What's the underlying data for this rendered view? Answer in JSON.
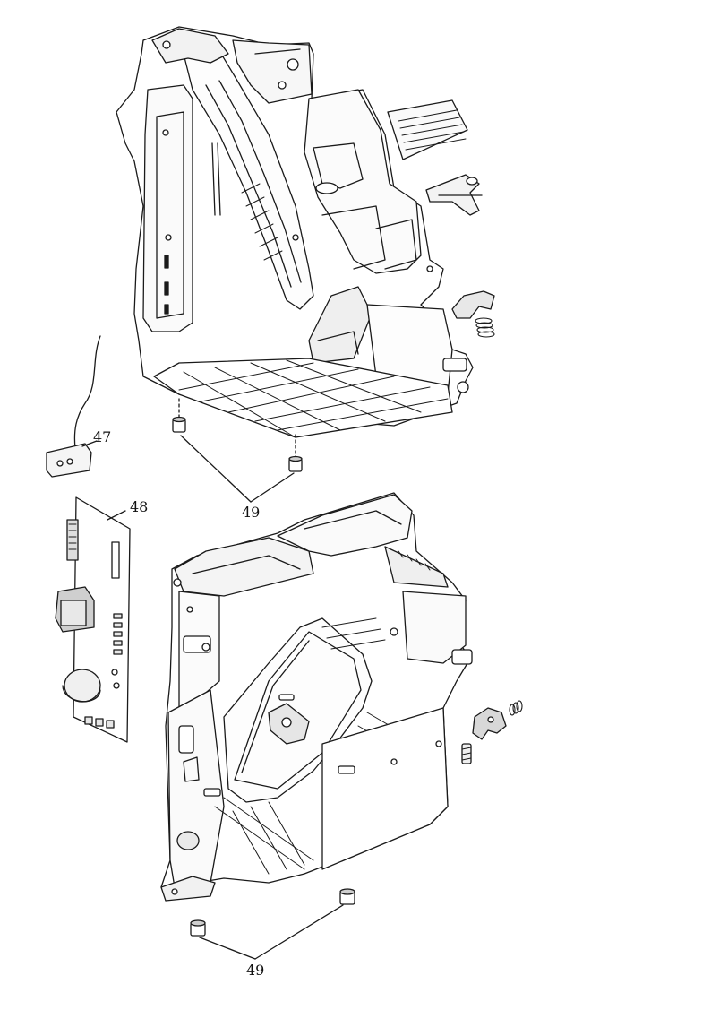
{
  "callouts": {
    "sensor": "47",
    "board": "48",
    "feet_top": "49",
    "feet_bottom": "49"
  },
  "colors": {
    "line": "#1a1a1a",
    "fill": "#ffffff",
    "shade": "#d9d9d9"
  }
}
